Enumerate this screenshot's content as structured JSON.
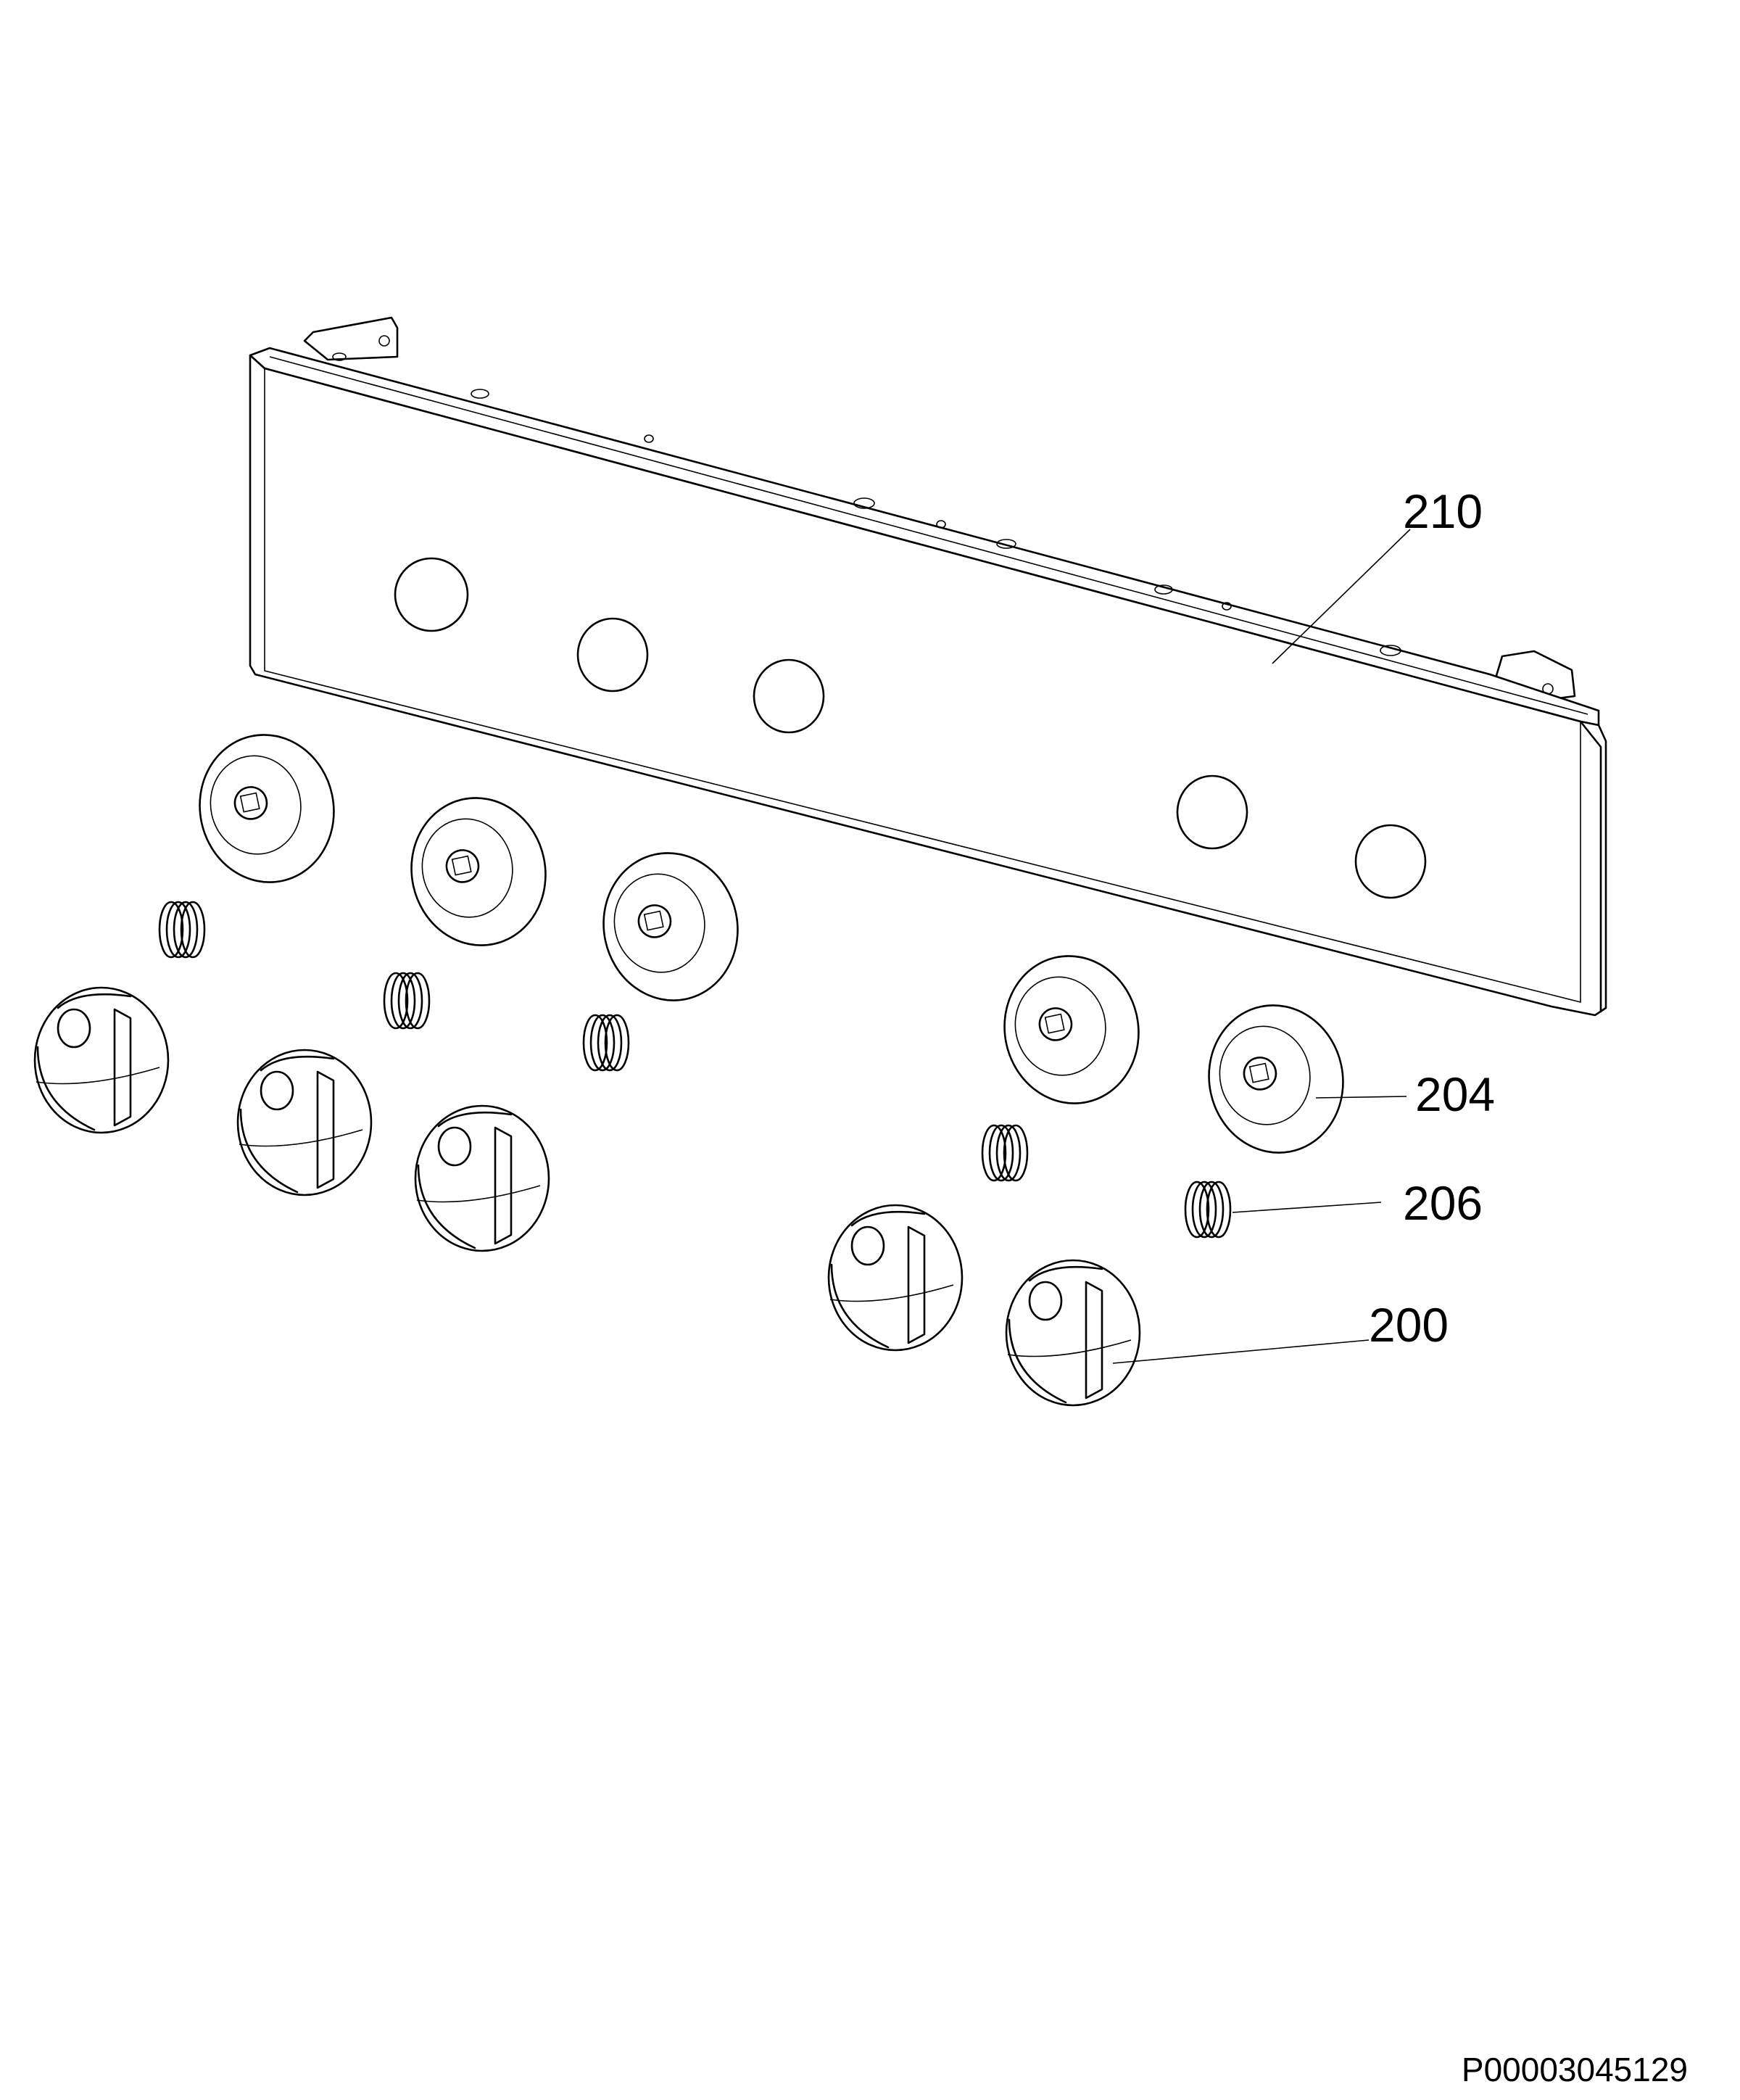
{
  "diagram": {
    "callouts": {
      "panel": "210",
      "bezel": "204",
      "spring": "206",
      "knob": "200"
    },
    "reference_code": "P00003045129",
    "line_color": "#000000",
    "background_color": "#ffffff"
  }
}
